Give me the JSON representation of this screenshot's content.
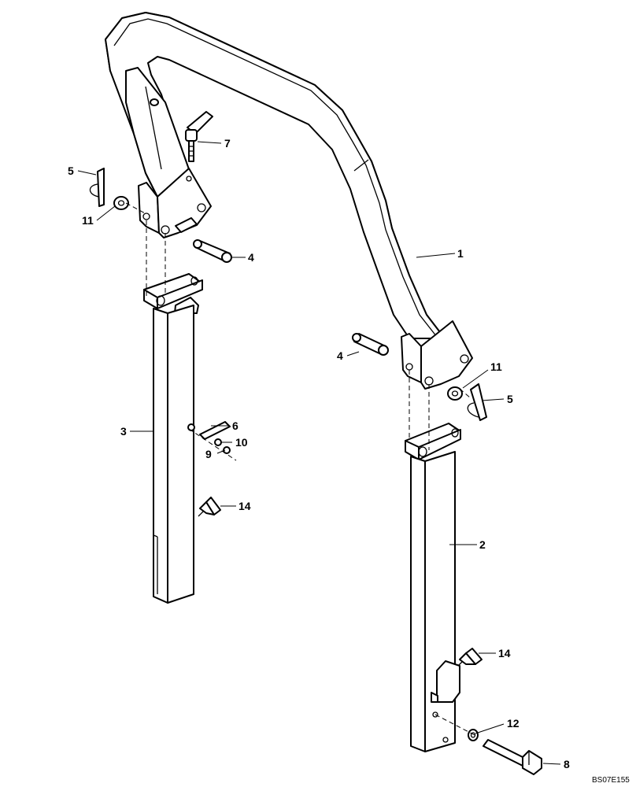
{
  "diagram": {
    "drawing_id": "BS07E155",
    "callouts": {
      "c1": "1",
      "c2": "2",
      "c3": "3",
      "c4a": "4",
      "c4b": "4",
      "c5a": "5",
      "c5b": "5",
      "c6": "6",
      "c7": "7",
      "c8": "8",
      "c9": "9",
      "c10": "10",
      "c11a": "11",
      "c11b": "11",
      "c12": "12",
      "c14a": "14",
      "c14b": "14"
    }
  }
}
